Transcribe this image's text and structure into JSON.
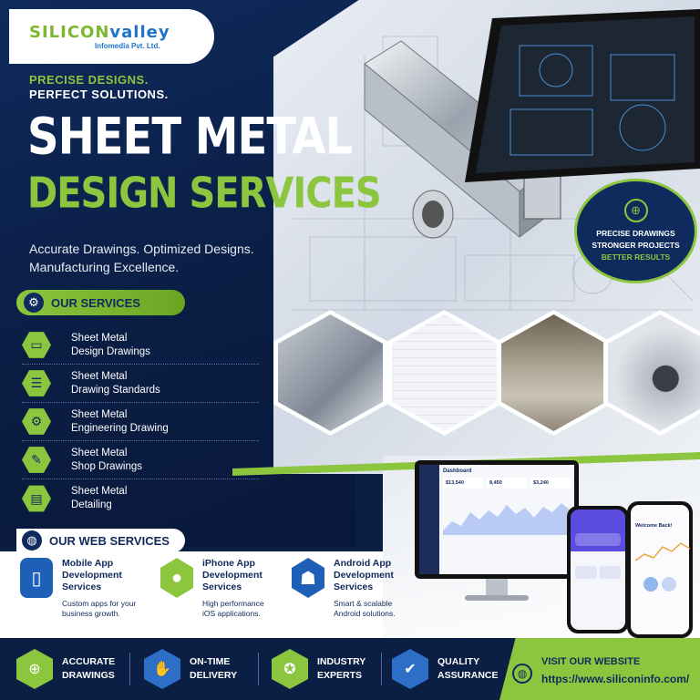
{
  "logo": {
    "word1": "SILICON",
    "word2": "valley",
    "sub": "Infomedia Pvt. Ltd."
  },
  "hero": {
    "tagline1": "PRECISE DESIGNS.",
    "tagline2": "PERFECT SOLUTIONS.",
    "title1": "SHEET METAL",
    "title2": "DESIGN SERVICES",
    "subtitle1": "Accurate Drawings. Optimized Designs.",
    "subtitle2": "Manufacturing Excellence."
  },
  "badge": {
    "line1": "PRECISE DRAWINGS",
    "line2": "STRONGER PROJECTS",
    "line3": "BETTER RESULTS"
  },
  "services": {
    "heading": "OUR SERVICES",
    "items": [
      {
        "line1": "Sheet Metal",
        "line2": "Design Drawings",
        "icon": "monitor-drawing-icon"
      },
      {
        "line1": "Sheet Metal",
        "line2": "Drawing Standards",
        "icon": "checklist-icon"
      },
      {
        "line1": "Sheet Metal",
        "line2": "Engineering Drawing",
        "icon": "gears-icon"
      },
      {
        "line1": "Sheet Metal",
        "line2": "Shop Drawings",
        "icon": "pencil-drawing-icon"
      },
      {
        "line1": "Sheet Metal",
        "line2": "Detailing",
        "icon": "document-icon"
      }
    ]
  },
  "web_services": {
    "heading": "OUR WEB SERVICES",
    "items": [
      {
        "t1": "Mobile App",
        "t2": "Development",
        "t3": "Services",
        "d1": "Custom apps for your",
        "d2": "business growth."
      },
      {
        "t1": "iPhone App",
        "t2": "Development",
        "t3": "Services",
        "d1": "High performance",
        "d2": "iOS applications."
      },
      {
        "t1": "Android App",
        "t2": "Development",
        "t3": "Services",
        "d1": "Smart & scalable",
        "d2": "Android solutions."
      }
    ]
  },
  "features": [
    {
      "l1": "ACCURATE",
      "l2": "DRAWINGS"
    },
    {
      "l1": "ON-TIME",
      "l2": "DELIVERY"
    },
    {
      "l1": "INDUSTRY",
      "l2": "EXPERTS"
    },
    {
      "l1": "QUALITY",
      "l2": "ASSURANCE"
    }
  ],
  "visit": {
    "label": "VISIT OUR WEBSITE",
    "url": "https://www.siliconinfo.com/"
  },
  "mockups": {
    "dashboard_title": "Dashboard",
    "stat1": "$13,540",
    "stat2": "8,450",
    "stat3": "$3,240",
    "phone_welcome": "Welcome Back!"
  },
  "colors": {
    "navy": "#0b1f44",
    "green": "#8cc63f",
    "blue": "#2d6fc7"
  }
}
